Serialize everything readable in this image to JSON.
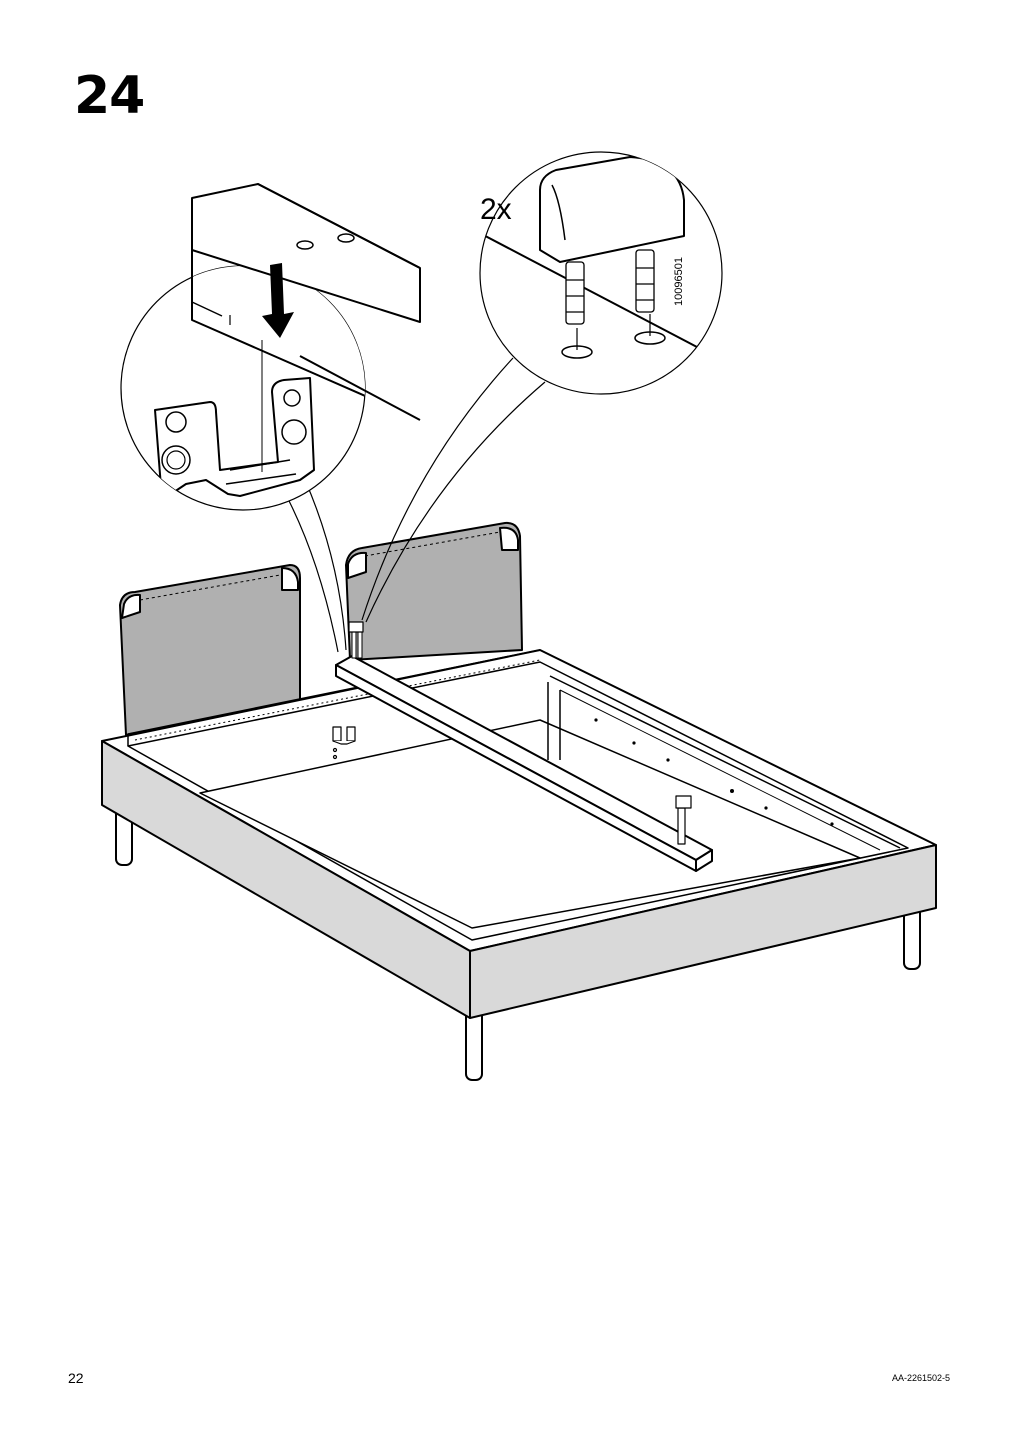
{
  "page": {
    "step_number": "24",
    "page_number": "22",
    "document_code": "AA-2261502-5"
  },
  "detail_callout": {
    "quantity": "2x",
    "part_number": "10096501"
  },
  "colors": {
    "line": "#000000",
    "fabric": "#b0b0b0",
    "upholstery": "#d9d9d9",
    "background": "#ffffff"
  },
  "icons": [
    "down-arrow-icon",
    "bracket-icon",
    "dowel-icon"
  ]
}
